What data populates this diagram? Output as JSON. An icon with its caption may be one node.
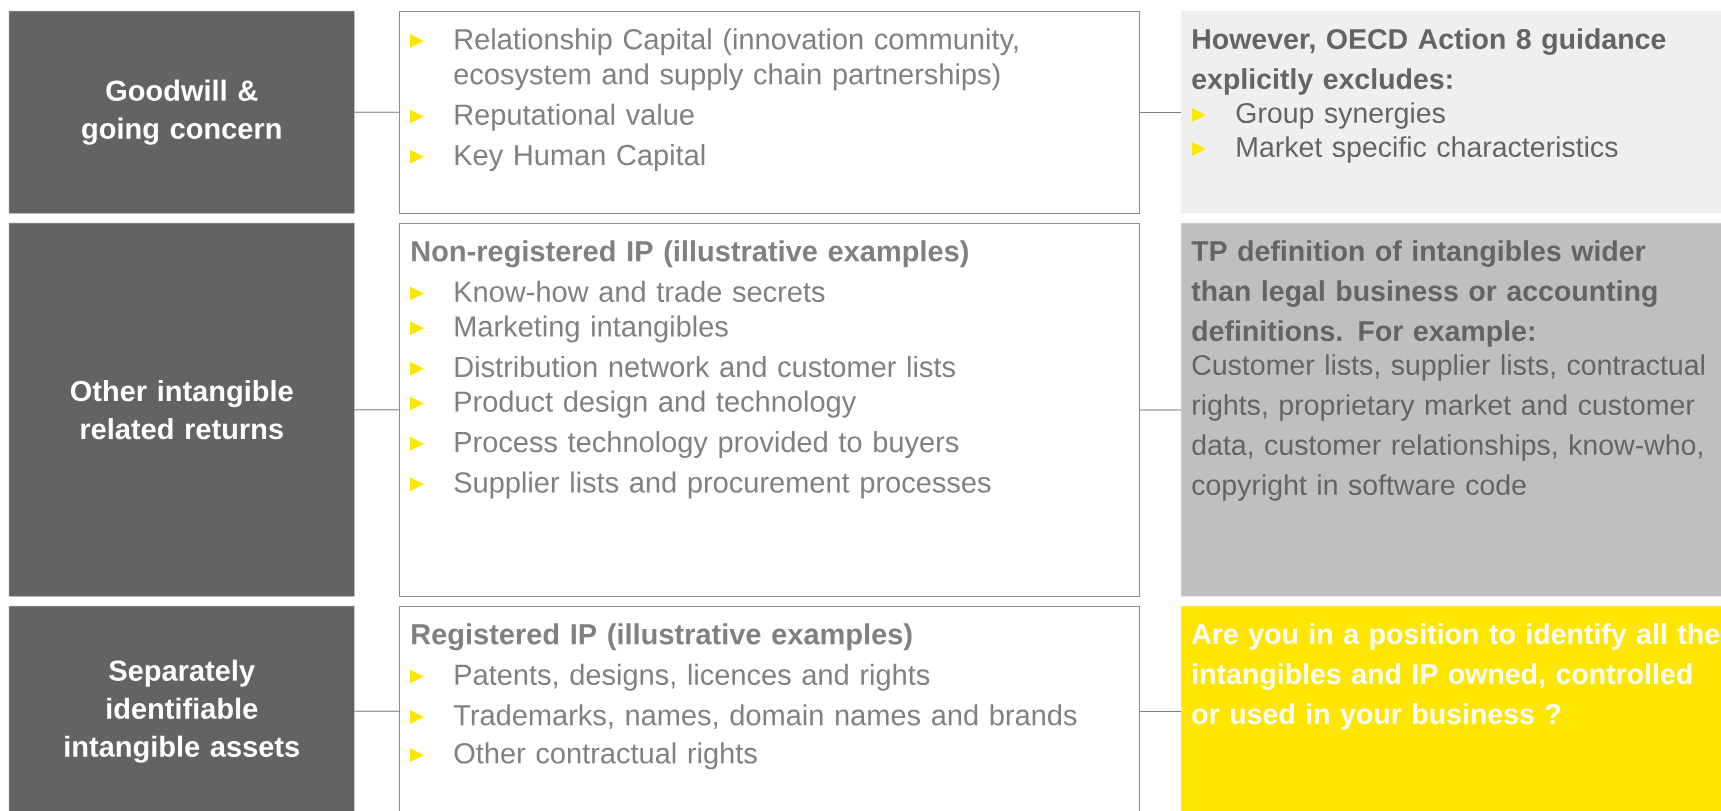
{
  "diagram": {
    "nodes": [
      {
        "text": [
          "Goodwill & going concern"
        ]
      },
      {
        "text": [
          "Relationship Capital (innovation community, ecosystem and supply chain partnerships)",
          "Reputational value",
          "Key Human Capital"
        ]
      },
      {
        "text": [
          "However, OECD Action 8 guidance explicitly excludes:",
          "Group synergies",
          "Market specific characteristics"
        ]
      },
      {
        "text": [
          "Other intangible related returns"
        ]
      },
      {
        "text": [
          "Non-registered IP (illustrative examples)",
          "Know-how and trade secrets",
          "Marketing intangibles",
          "Distribution network and customer lists",
          "Product design and technology",
          "Process technology provided to buyers",
          "Supplier lists and procurement processes"
        ]
      },
      {
        "text": [
          "TP definition of intangibles wider than legal business or accounting definitions. For example:",
          "Customer lists, supplier lists, contractual rights, proprietary market and customer data, customer relationships, know-who, copyright in software code"
        ]
      },
      {
        "text": [
          "Separately identifiable intangible assets"
        ]
      },
      {
        "text": [
          "Registered IP (illustrative examples)",
          "Patents, designs, licences and rights",
          "Trademarks, names, domain names and brands",
          "Other contractual rights"
        ]
      },
      {
        "text": [
          "Are you in a position to identify all the intangibles and IP owned, controlled or used in your business ?"
        ]
      }
    ],
    "edges": [
      {
        "from": 0,
        "to": 1,
        "arrow": "none"
      },
      {
        "from": 1,
        "to": 2,
        "arrow": "none"
      },
      {
        "from": 3,
        "to": 4,
        "arrow": "none"
      },
      {
        "from": 4,
        "to": 5,
        "arrow": "none"
      },
      {
        "from": 6,
        "to": 7,
        "arrow": "none"
      },
      {
        "from": 7,
        "to": 8,
        "arrow": "none"
      }
    ]
  }
}
